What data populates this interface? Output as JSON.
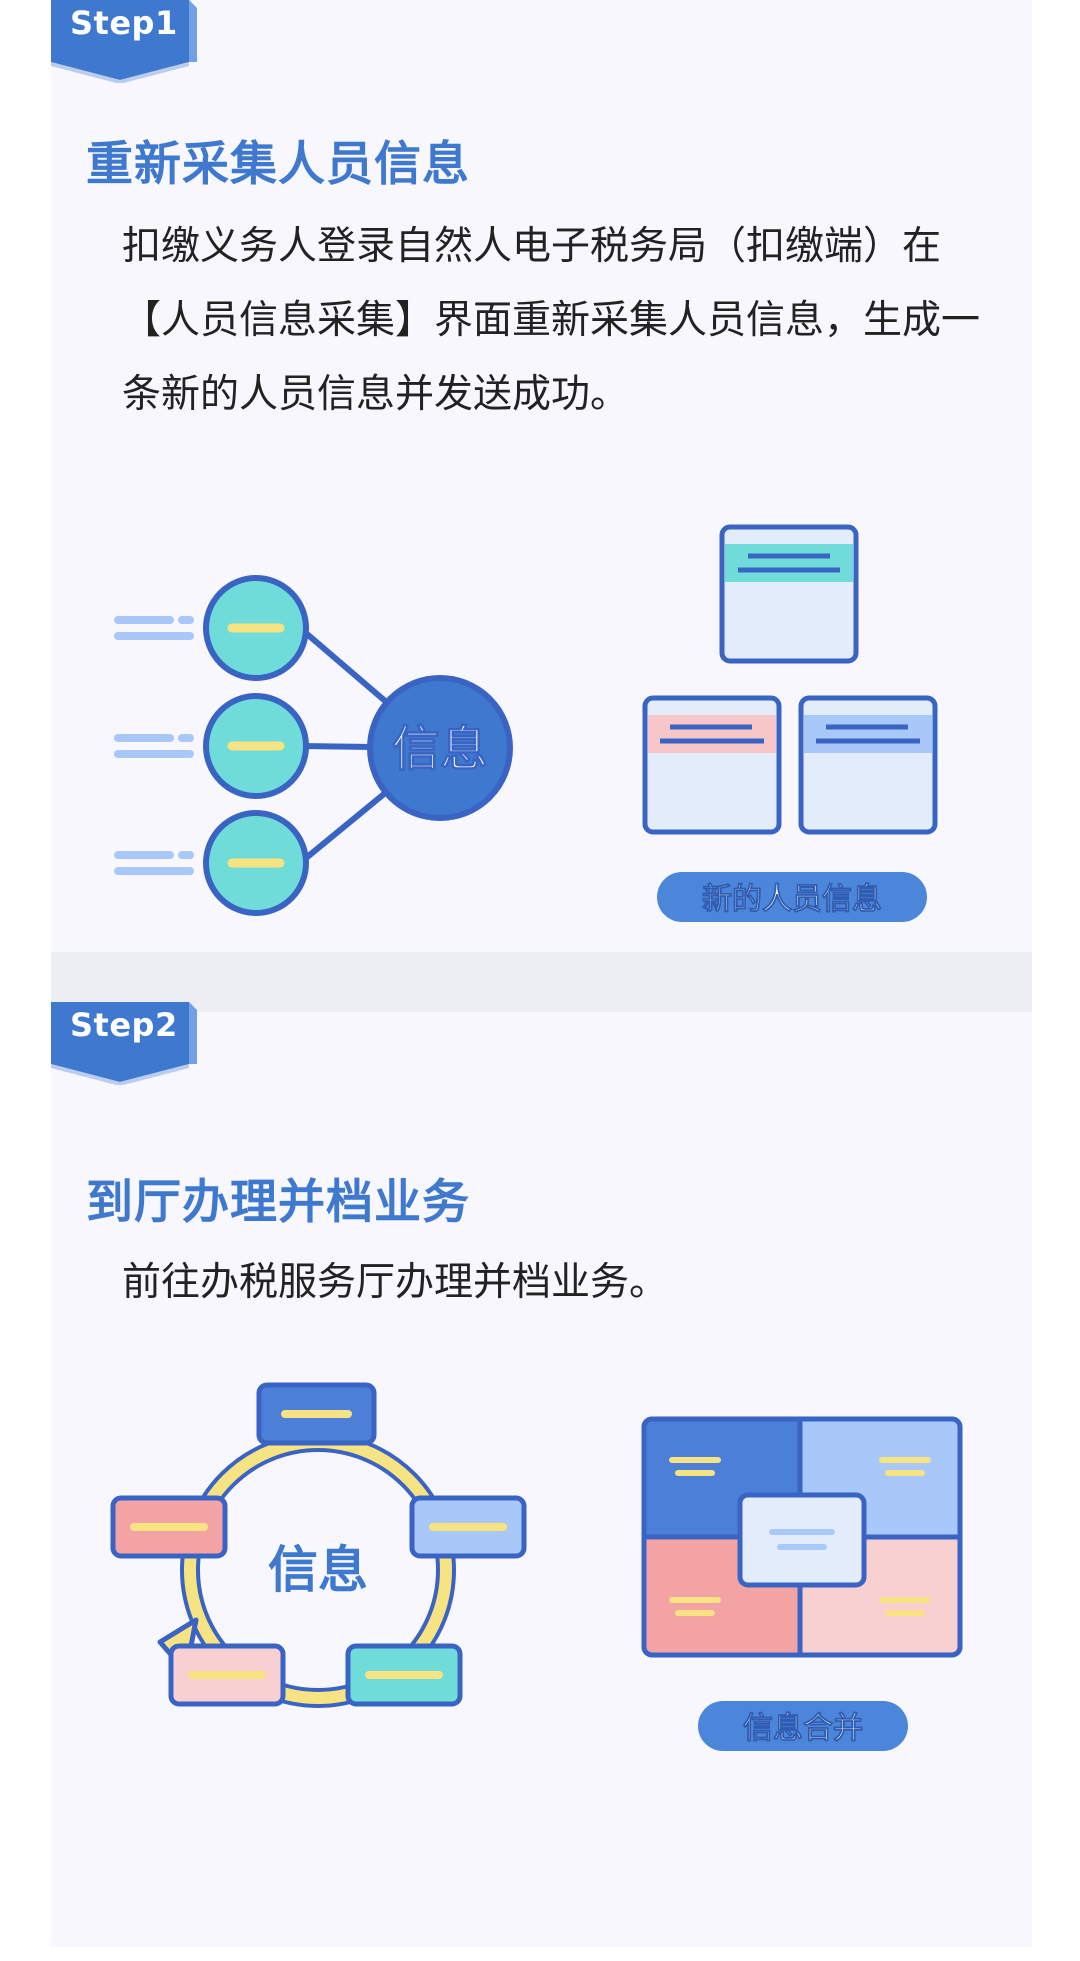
{
  "step1": {
    "badge": "Step1",
    "title": "重新采集人员信息",
    "paragraph": "扣缴义务人登录自然人电子税务局（扣缴端）在【人员信息采集】界面重新采集人员信息，生成一条新的人员信息并发送成功。",
    "hub_label": "信息",
    "pill_label": "新的人员信息"
  },
  "step2": {
    "badge": "Step2",
    "title": "到厅办理并档业务",
    "paragraph": "前往办税服务厅办理并档业务。",
    "cycle_label": "信息",
    "pill_label": "信息合并"
  },
  "colors": {
    "brand_blue": "#3f78cf",
    "dark_blue": "#3a64c4",
    "teal": "#6fdcd9",
    "light_blue": "#a8c8fa",
    "pink": "#f7a9ad",
    "yellow": "#f8e382",
    "panel_bg": "#f7f7fd"
  }
}
